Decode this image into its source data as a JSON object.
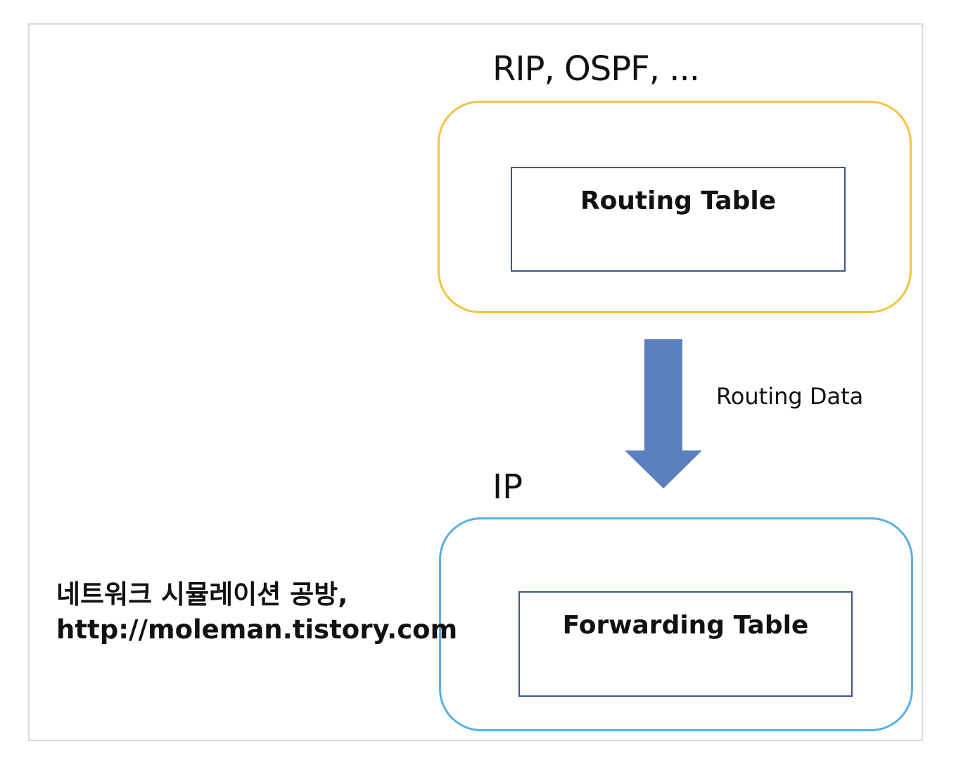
{
  "diagram": {
    "top_label": "RIP, OSPF, ...",
    "routing_table_label": "Routing Table",
    "arrow_label": "Routing Data",
    "ip_label": "IP",
    "forwarding_table_label": "Forwarding Table",
    "credit_line_1": "네트워크 시뮬레이션 공방,",
    "credit_line_2": "http://moleman.tistory.com"
  },
  "colors": {
    "routing_protocol_border": "#f5c242",
    "ip_border": "#5aafe6",
    "table_border": "#3e5686",
    "arrow_fill": "#5b80bd",
    "frame_border": "#d9d9d9"
  },
  "icons": {
    "arrow": "down-arrow-icon"
  }
}
